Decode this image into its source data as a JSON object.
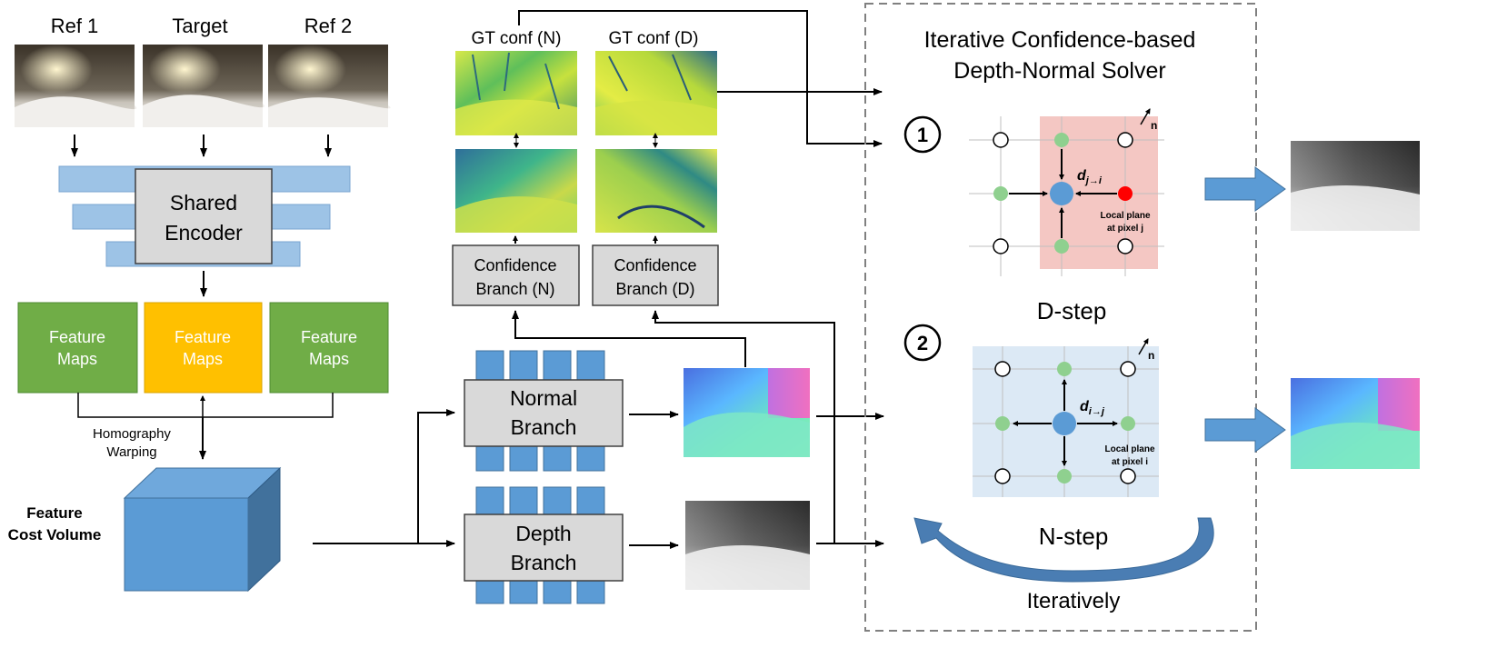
{
  "inputs": {
    "ref1": "Ref 1",
    "target": "Target",
    "ref2": "Ref 2"
  },
  "encoder": {
    "line1": "Shared",
    "line2": "Encoder"
  },
  "feature_maps": [
    {
      "line1": "Feature",
      "line2": "Maps"
    },
    {
      "line1": "Feature",
      "line2": "Maps"
    },
    {
      "line1": "Feature",
      "line2": "Maps"
    }
  ],
  "warping": {
    "line1": "Homography",
    "line2": "Warping"
  },
  "cost_volume": {
    "line1": "Feature",
    "line2": "Cost Volume"
  },
  "gt_conf": {
    "normal": "GT conf (N)",
    "depth": "GT conf (D)"
  },
  "confidence_branch": {
    "normal": {
      "line1": "Confidence",
      "line2": "Branch (N)"
    },
    "depth": {
      "line1": "Confidence",
      "line2": "Branch (D)"
    }
  },
  "normal_branch": {
    "line1": "Normal",
    "line2": "Branch"
  },
  "depth_branch": {
    "line1": "Depth",
    "line2": "Branch"
  },
  "solver": {
    "title_line1": "Iterative Confidence-based",
    "title_line2": "Depth-Normal Solver",
    "step1_num": "1",
    "step2_num": "2",
    "d_step": "D-step",
    "n_step": "N-step",
    "iteratively": "Iteratively",
    "d_label_1": "d",
    "d_sub_1": "j→i",
    "d_label_2": "d",
    "d_sub_2": "i→j",
    "n_label": "n",
    "plane_j_line1": "Local plane",
    "plane_j_line2": "at pixel j",
    "plane_i_line1": "Local plane",
    "plane_i_line2": "at pixel i"
  },
  "colors": {
    "encoder_blue": "#9dc3e6",
    "feature_green": "#70ad47",
    "feature_yellow": "#ffc000",
    "cost_volume_blue": "#5b9bd5",
    "branch_gray": "#d9d9d9",
    "d_step_bg": "#f4c7c3",
    "n_step_bg": "#dce9f5",
    "neighbor_green": "#8fd08f",
    "center_blue": "#5b9bd5",
    "pixel_j_red": "#ff0000"
  }
}
